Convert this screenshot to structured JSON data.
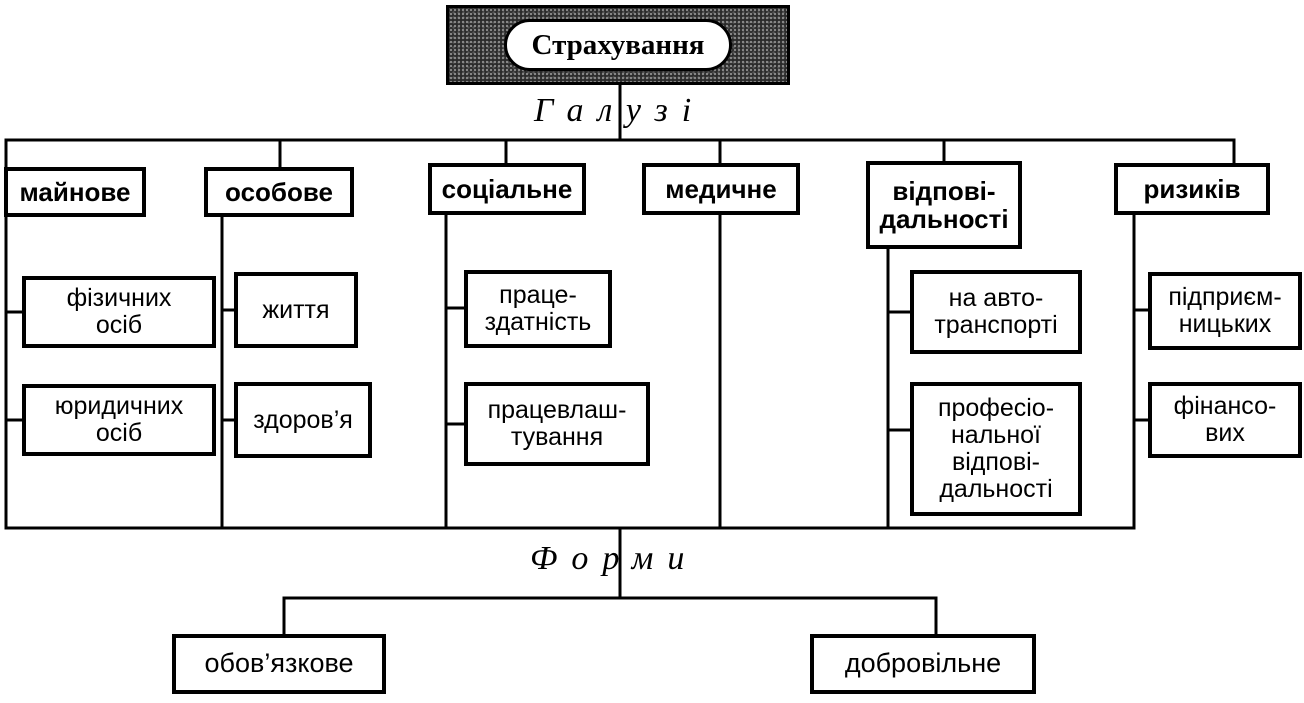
{
  "root": {
    "label": "Страхування"
  },
  "branches_label": "Галузі",
  "forms_label": "Форми",
  "categories": [
    {
      "label": "майнове",
      "items": [
        "фізичних\nосіб",
        "юридичних\nосіб"
      ]
    },
    {
      "label": "особове",
      "items": [
        "життя",
        "здоров’я"
      ]
    },
    {
      "label": "соціальне",
      "items": [
        "праце-\nздатність",
        "працевлаш-\nтування"
      ]
    },
    {
      "label": "медичне",
      "items": []
    },
    {
      "label": "відпові-\nдальності",
      "items": [
        "на авто-\nтранспорті",
        "професіо-\nнальної\nвідпові-\nдальності"
      ]
    },
    {
      "label": "ризиків",
      "items": [
        "підприєм-\nницьких",
        "фінансо-\nвих"
      ]
    }
  ],
  "forms": [
    "обов’язкове",
    "добровільне"
  ]
}
